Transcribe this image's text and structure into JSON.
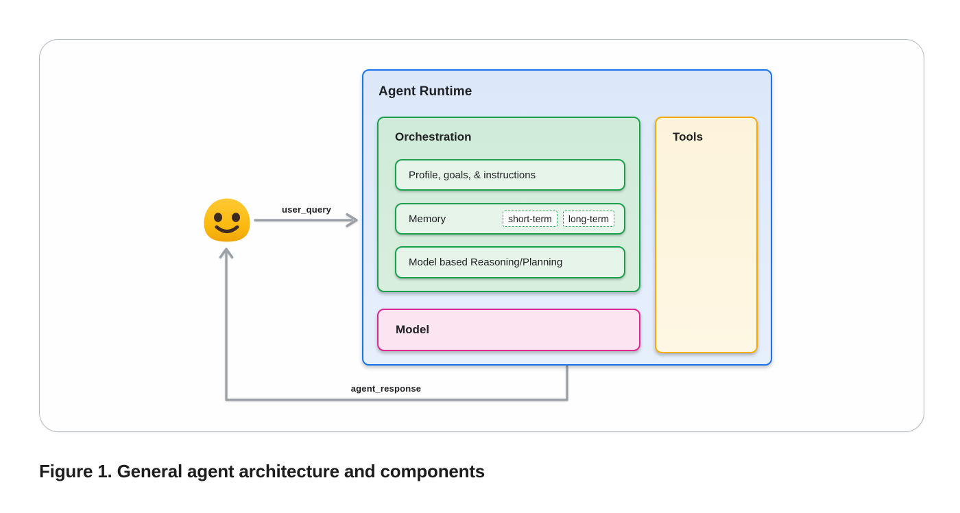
{
  "figure": {
    "caption": "Figure 1. General agent architecture and components"
  },
  "user": {
    "icon": "blob-smiley-emoji"
  },
  "flows": {
    "user_query": "user_query",
    "agent_response": "agent_response"
  },
  "agent_runtime": {
    "title": "Agent Runtime",
    "orchestration": {
      "title": "Orchestration",
      "items": [
        {
          "label": "Profile, goals, & instructions",
          "chips": []
        },
        {
          "label": "Memory",
          "chips": [
            "short-term",
            "long-term"
          ]
        },
        {
          "label": "Model based Reasoning/Planning",
          "chips": []
        }
      ]
    },
    "model": {
      "label": "Model"
    },
    "tools": {
      "label": "Tools"
    }
  },
  "colors": {
    "runtime_border": "#1a73e8",
    "runtime_fill": "#e2ecfc",
    "orchestration_border": "#1ba04c",
    "orchestration_fill": "#d3ecdb",
    "item_fill": "#e6f4ea",
    "model_border": "#e52592",
    "model_fill": "#fce4f1",
    "tools_border": "#f9ab00",
    "tools_fill": "#fdf5df",
    "arrow": "#9aa0a6",
    "emoji": "#fbbc12"
  }
}
